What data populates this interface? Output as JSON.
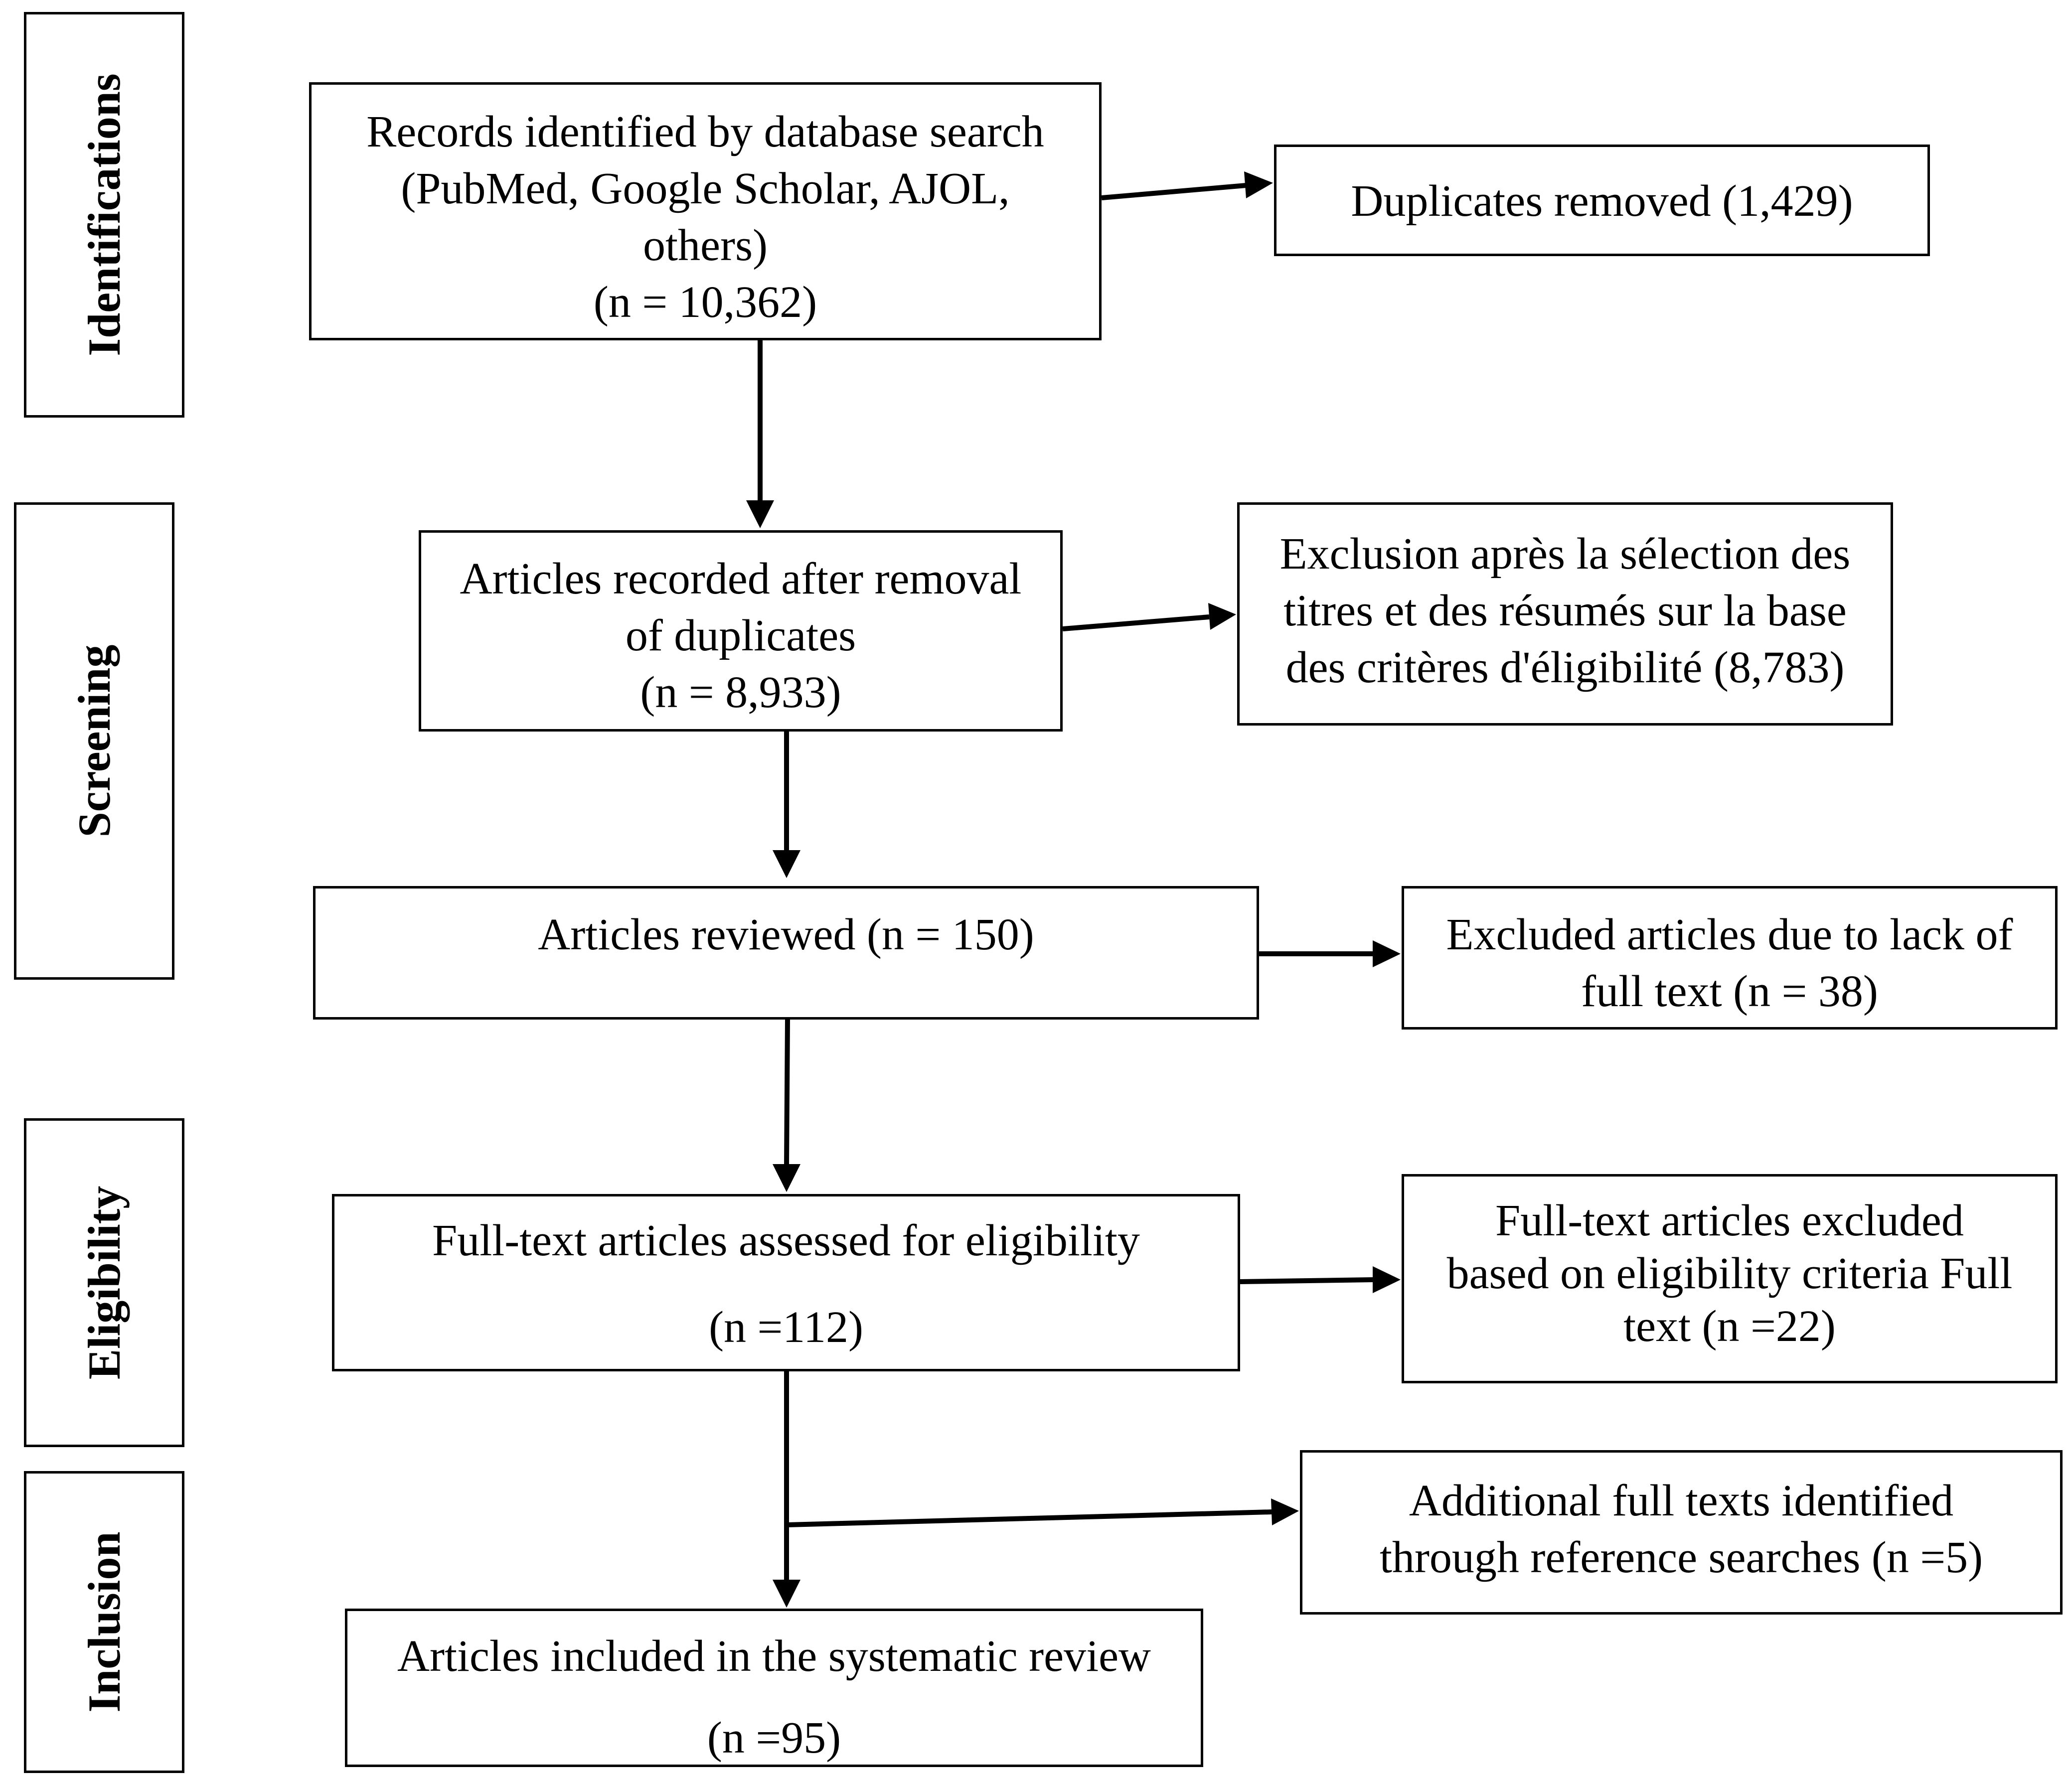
{
  "phases": {
    "identification": "Identifications",
    "screening": "Screening",
    "eligibility": "Eligibility",
    "inclusion": "Inclusion"
  },
  "boxes": {
    "records": {
      "lines": [
        "Records identified by database search",
        "(PubMed, Google Scholar, AJOL,",
        "others)",
        "(n = 10,362)"
      ]
    },
    "duplicates_removed": {
      "lines": [
        "Duplicates removed (1,429)"
      ]
    },
    "after_duplicates": {
      "lines": [
        "Articles recorded after removal",
        "of duplicates",
        "(n = 8,933)"
      ]
    },
    "title_abstract_exclusion": {
      "lines": [
        "Exclusion après la sélection des",
        "titres et des résumés sur la base",
        "des critères d'éligibilité (8,783)"
      ]
    },
    "reviewed": {
      "lines": [
        "Articles reviewed (n = 150)"
      ]
    },
    "excluded_no_fulltext": {
      "lines": [
        "Excluded articles due to lack of",
        "full text (n = 38)"
      ]
    },
    "fulltext_assessed": {
      "lines": [
        "Full-text articles assessed for eligibility",
        "(n =112)"
      ]
    },
    "fulltext_excluded": {
      "lines": [
        "Full-text articles excluded",
        "based on eligibility criteria Full",
        "text (n =22)"
      ]
    },
    "additional": {
      "lines": [
        "Additional full texts identified",
        "through reference searches (n =5)"
      ]
    },
    "included": {
      "lines": [
        "Articles included in the systematic review",
        "(n =95)"
      ]
    }
  }
}
